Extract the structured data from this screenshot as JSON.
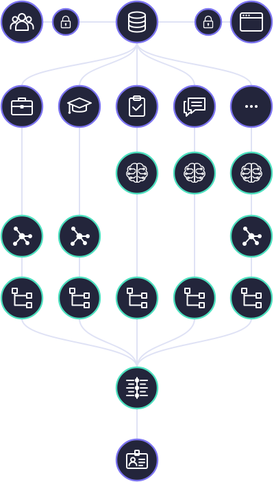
{
  "diagram": {
    "colors": {
      "node_fill": "#23253b",
      "ring_source": "#7c74f0",
      "ring_process": "#4ee0bf",
      "edge": "#dfe2f5",
      "icon": "#ffffff"
    },
    "nodes": [
      {
        "id": "users",
        "icon": "users-icon",
        "ring": "purple"
      },
      {
        "id": "lock-left",
        "icon": "lock-icon",
        "ring": "purple"
      },
      {
        "id": "database",
        "icon": "database-icon",
        "ring": "purple"
      },
      {
        "id": "lock-right",
        "icon": "lock-icon",
        "ring": "purple"
      },
      {
        "id": "browser",
        "icon": "browser-window-icon",
        "ring": "purple"
      },
      {
        "id": "briefcase",
        "icon": "briefcase-icon",
        "ring": "purple"
      },
      {
        "id": "graduation-cap",
        "icon": "graduation-cap-icon",
        "ring": "purple"
      },
      {
        "id": "clipboard",
        "icon": "clipboard-check-icon",
        "ring": "purple"
      },
      {
        "id": "chat",
        "icon": "chat-bubbles-icon",
        "ring": "purple"
      },
      {
        "id": "more",
        "icon": "ellipsis-icon",
        "ring": "purple"
      },
      {
        "id": "brain-1",
        "icon": "brain-circuit-icon",
        "ring": "teal"
      },
      {
        "id": "brain-2",
        "icon": "brain-circuit-icon",
        "ring": "teal"
      },
      {
        "id": "brain-3",
        "icon": "brain-circuit-icon",
        "ring": "teal"
      },
      {
        "id": "network-1",
        "icon": "network-graph-icon",
        "ring": "teal"
      },
      {
        "id": "network-2",
        "icon": "network-graph-icon",
        "ring": "teal"
      },
      {
        "id": "network-3",
        "icon": "network-graph-icon",
        "ring": "teal"
      },
      {
        "id": "flow-1",
        "icon": "flow-tree-icon",
        "ring": "teal"
      },
      {
        "id": "flow-2",
        "icon": "flow-tree-icon",
        "ring": "teal"
      },
      {
        "id": "flow-3",
        "icon": "flow-tree-icon",
        "ring": "teal"
      },
      {
        "id": "flow-4",
        "icon": "flow-tree-icon",
        "ring": "teal"
      },
      {
        "id": "flow-5",
        "icon": "flow-tree-icon",
        "ring": "teal"
      },
      {
        "id": "aggregator",
        "icon": "timeline-list-icon",
        "ring": "teal"
      },
      {
        "id": "identity",
        "icon": "id-badge-icon",
        "ring": "purple"
      }
    ],
    "edges": [
      [
        "users",
        "lock-left"
      ],
      [
        "lock-left",
        "database"
      ],
      [
        "browser",
        "lock-right"
      ],
      [
        "lock-right",
        "database"
      ],
      [
        "database",
        "briefcase"
      ],
      [
        "database",
        "graduation-cap"
      ],
      [
        "database",
        "clipboard"
      ],
      [
        "database",
        "chat"
      ],
      [
        "database",
        "more"
      ],
      [
        "briefcase",
        "network-1"
      ],
      [
        "graduation-cap",
        "network-2"
      ],
      [
        "clipboard",
        "brain-1"
      ],
      [
        "chat",
        "brain-2"
      ],
      [
        "more",
        "brain-3"
      ],
      [
        "brain-3",
        "network-3"
      ],
      [
        "network-1",
        "flow-1"
      ],
      [
        "network-2",
        "flow-2"
      ],
      [
        "brain-1",
        "flow-3"
      ],
      [
        "brain-2",
        "flow-4"
      ],
      [
        "network-3",
        "flow-5"
      ],
      [
        "flow-1",
        "aggregator"
      ],
      [
        "flow-2",
        "aggregator"
      ],
      [
        "flow-3",
        "aggregator"
      ],
      [
        "flow-4",
        "aggregator"
      ],
      [
        "flow-5",
        "aggregator"
      ],
      [
        "aggregator",
        "identity"
      ]
    ]
  }
}
